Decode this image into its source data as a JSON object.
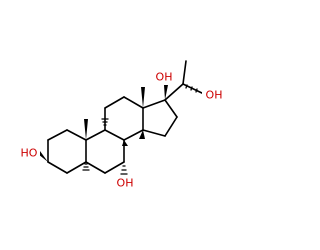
{
  "molecule": {
    "colors": {
      "bond": "#000000",
      "oxygen_label": "#cc0000",
      "background": "#ffffff"
    },
    "labels": {
      "oh_c3": "HO",
      "oh_c7": "OH",
      "oh_c17": "OH",
      "oh_c20": "OH"
    },
    "stereo_notation": "wedge-and-hash"
  }
}
